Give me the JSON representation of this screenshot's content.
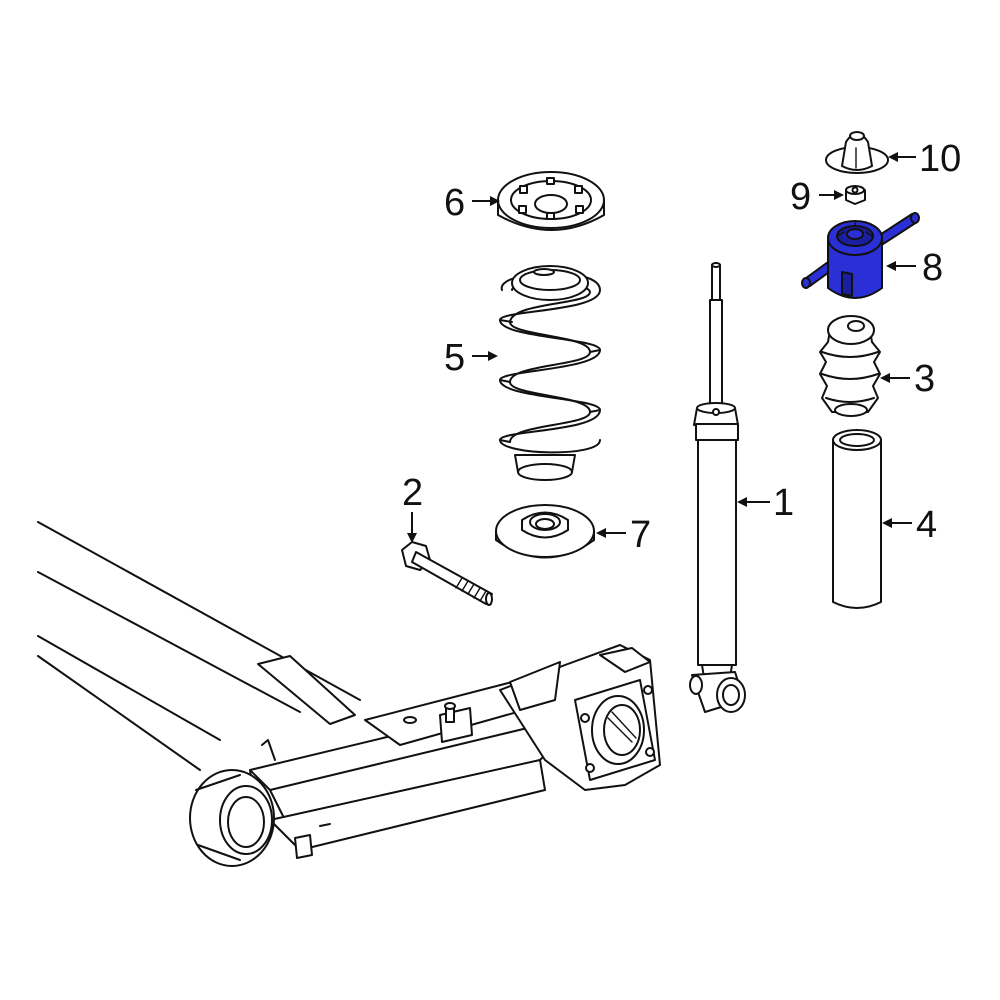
{
  "callouts": [
    {
      "id": "1",
      "text": "1"
    },
    {
      "id": "2",
      "text": "2"
    },
    {
      "id": "3",
      "text": "3"
    },
    {
      "id": "4",
      "text": "4"
    },
    {
      "id": "5",
      "text": "5"
    },
    {
      "id": "6",
      "text": "6"
    },
    {
      "id": "7",
      "text": "7"
    },
    {
      "id": "8",
      "text": "8"
    },
    {
      "id": "9",
      "text": "9"
    },
    {
      "id": "10",
      "text": "10"
    }
  ],
  "highlight": {
    "part": "8",
    "color": "#2a2fd6",
    "dark": "#1a1fa0"
  }
}
